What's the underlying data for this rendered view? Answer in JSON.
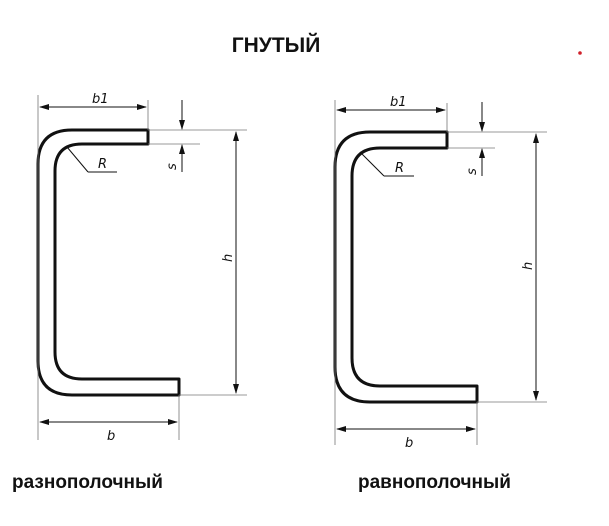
{
  "title": "ГНУТЫЙ",
  "accent_color": "#d0202a",
  "figures": [
    {
      "caption": "разнополочный",
      "labels": {
        "b1": "b1",
        "b": "b",
        "h": "h",
        "s": "s",
        "R": "R"
      }
    },
    {
      "caption": "равнополочный",
      "labels": {
        "b1": "b1",
        "b": "b",
        "h": "h",
        "s": "s",
        "R": "R"
      }
    }
  ]
}
